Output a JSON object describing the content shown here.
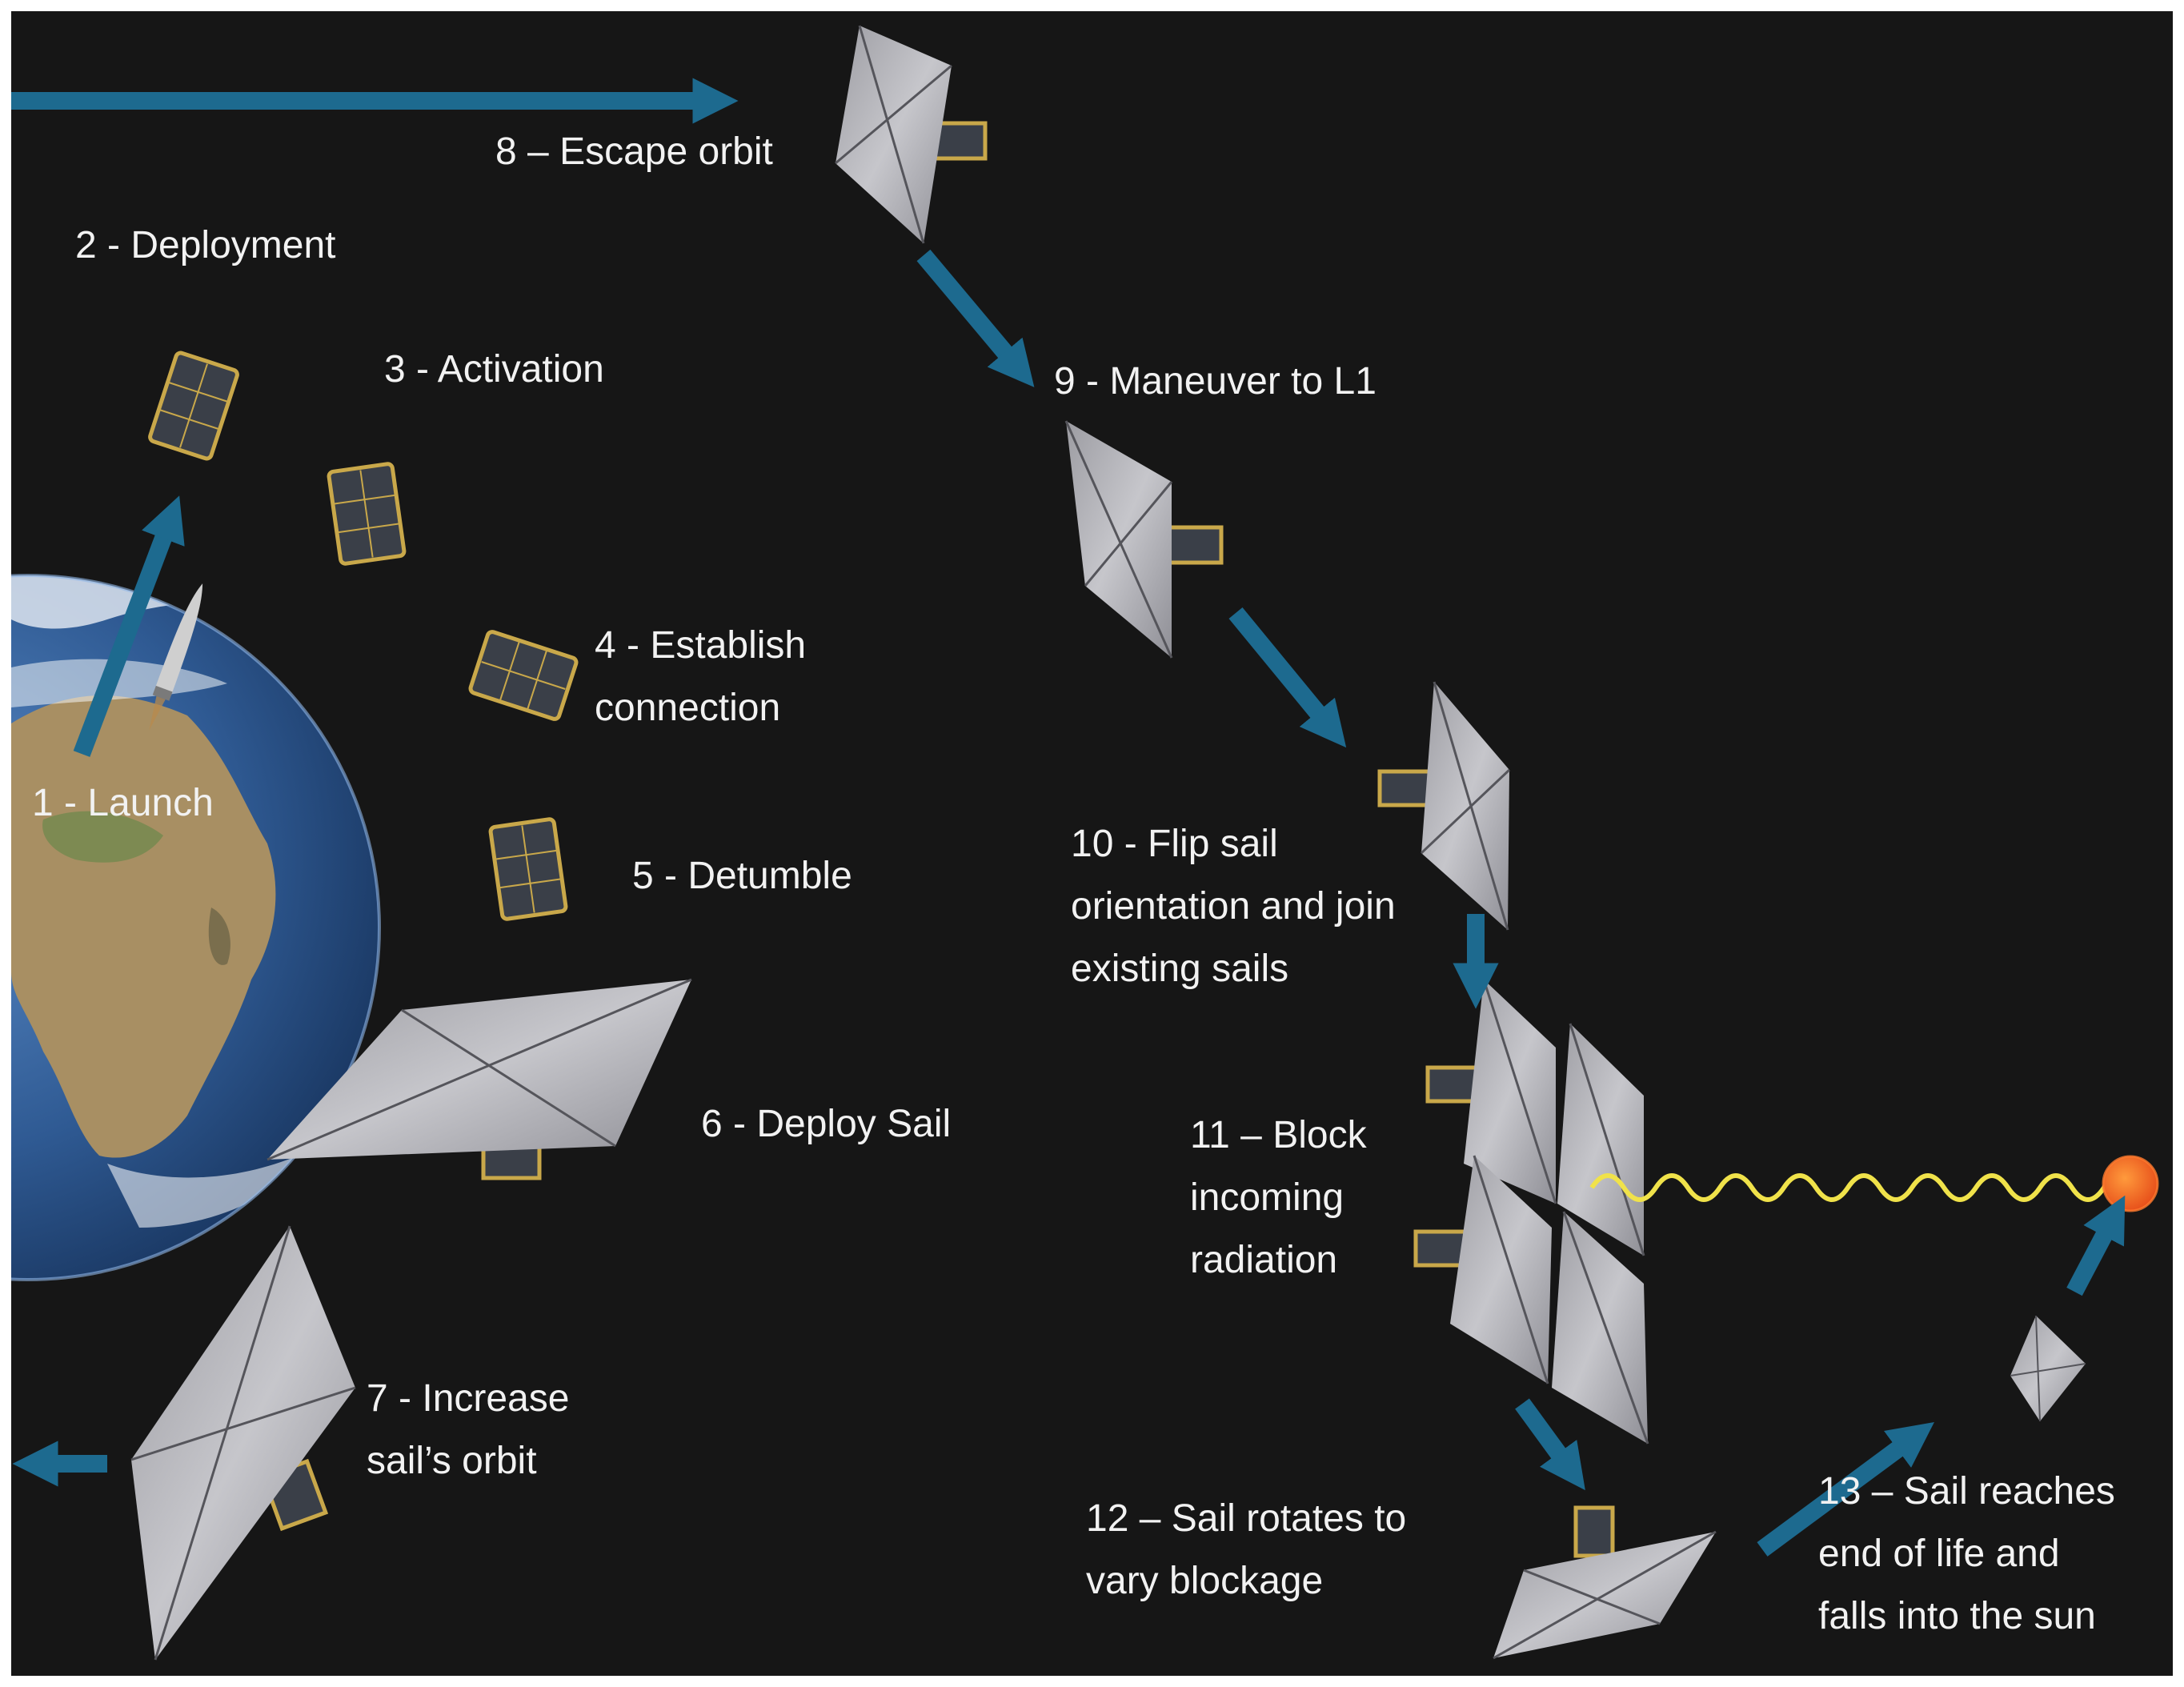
{
  "colors": {
    "background": "#161616",
    "arrow": "#1d6a8f",
    "text": "#f2f2f2",
    "sail": "#b9b9bd",
    "sail_crease": "#55555b",
    "cubesat_body": "#3a3f48",
    "cubesat_frame": "#c9a84a",
    "earth_ocean": "#2f5a93",
    "earth_land": "#a88f63",
    "radiation_wave": "#f0e24a",
    "sun": "#e8531c"
  },
  "steps": [
    {
      "id": "launch",
      "lines": [
        "1 - Launch"
      ]
    },
    {
      "id": "deployment",
      "lines": [
        "2 - Deployment"
      ]
    },
    {
      "id": "activation",
      "lines": [
        "3 - Activation"
      ]
    },
    {
      "id": "establish-connection",
      "lines": [
        "4 - Establish",
        "connection"
      ]
    },
    {
      "id": "detumble",
      "lines": [
        "5 - Detumble"
      ]
    },
    {
      "id": "deploy-sail",
      "lines": [
        "6 - Deploy Sail"
      ]
    },
    {
      "id": "increase-orbit",
      "lines": [
        "7 - Increase",
        "sail’s orbit"
      ]
    },
    {
      "id": "escape-orbit",
      "lines": [
        "8 – Escape orbit"
      ]
    },
    {
      "id": "maneuver-l1",
      "lines": [
        "9 - Maneuver to L1"
      ]
    },
    {
      "id": "flip-sail",
      "lines": [
        "10 - Flip sail",
        "orientation and join",
        "existing sails"
      ]
    },
    {
      "id": "block-radiation",
      "lines": [
        "11 – Block",
        "incoming",
        "radiation"
      ]
    },
    {
      "id": "sail-rotates",
      "lines": [
        "12 – Sail rotates to",
        "vary blockage"
      ]
    },
    {
      "id": "end-of-life",
      "lines": [
        "13 – Sail reaches",
        "end of life and",
        "falls into the sun"
      ]
    }
  ],
  "figure_elements": [
    "earth",
    "rocket",
    "cubesat",
    "solar-sail",
    "sun",
    "radiation-wave",
    "flow-arrow"
  ]
}
